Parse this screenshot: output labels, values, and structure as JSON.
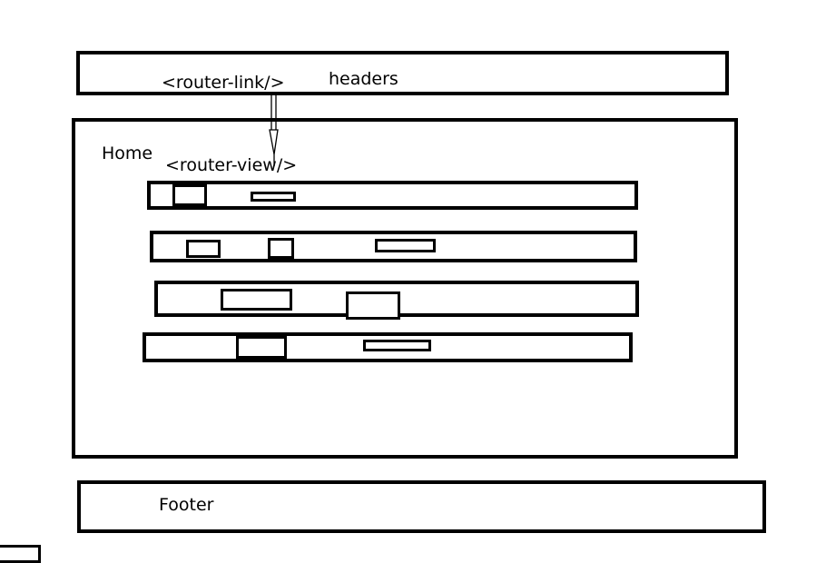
{
  "header": {
    "label": "headers",
    "link_label": "<router-link/>"
  },
  "main": {
    "home_label": "Home",
    "view_label": "<router-view/>"
  },
  "footer": {
    "label": "Footer"
  },
  "colors": {
    "stroke": "#000000",
    "background": "#ffffff"
  }
}
